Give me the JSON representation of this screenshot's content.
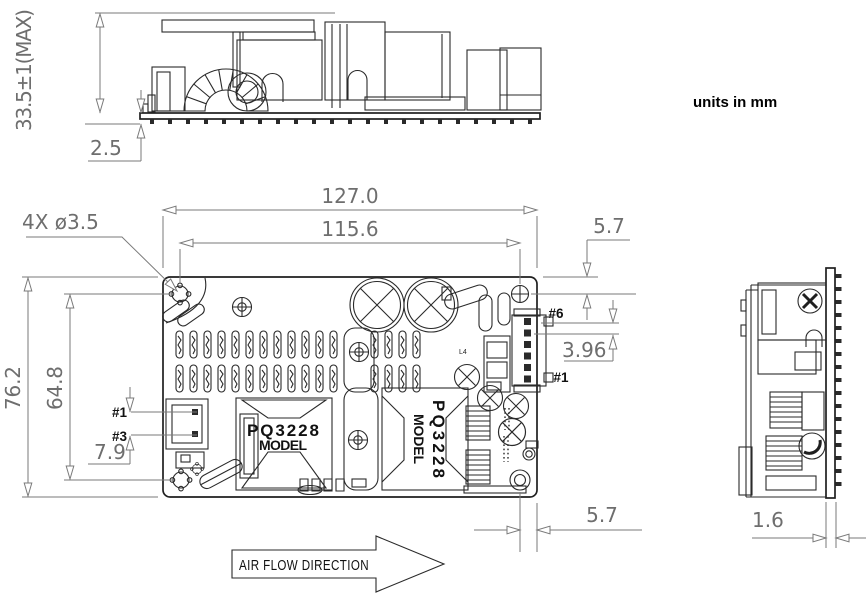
{
  "drawing": {
    "units_note": "units in mm",
    "colors": {
      "line": "#2a2a2a",
      "dimension": "#6e6e6e",
      "label": "#111111",
      "background": "#ffffff"
    },
    "side_view": {
      "height_max": "33.5±1(MAX)",
      "pin_length": "2.5"
    },
    "top_view": {
      "width": "127.0",
      "hole_span_x": "115.6",
      "hole_offset_top_right": "5.7",
      "hole_offset_bottom_right": "5.7",
      "height": "76.2",
      "hole_span_y": "64.8",
      "hole_callout": "4X ø3.5",
      "ac_input": {
        "pin1": "#1",
        "pin3": "#3",
        "pitch": "7.9"
      },
      "dc_output": {
        "pin6": "#6",
        "pin1": "#1",
        "pitch": "3.96"
      },
      "transformer_main": {
        "line1": "PQ3228",
        "line2": "MODEL"
      },
      "transformer_aux": {
        "line1": "PQ3228",
        "line2": "MODEL"
      },
      "inductor_ref": "L4"
    },
    "end_view": {
      "pcb_thickness": "1.6"
    },
    "airflow_label": "AIR FLOW DIRECTION"
  }
}
